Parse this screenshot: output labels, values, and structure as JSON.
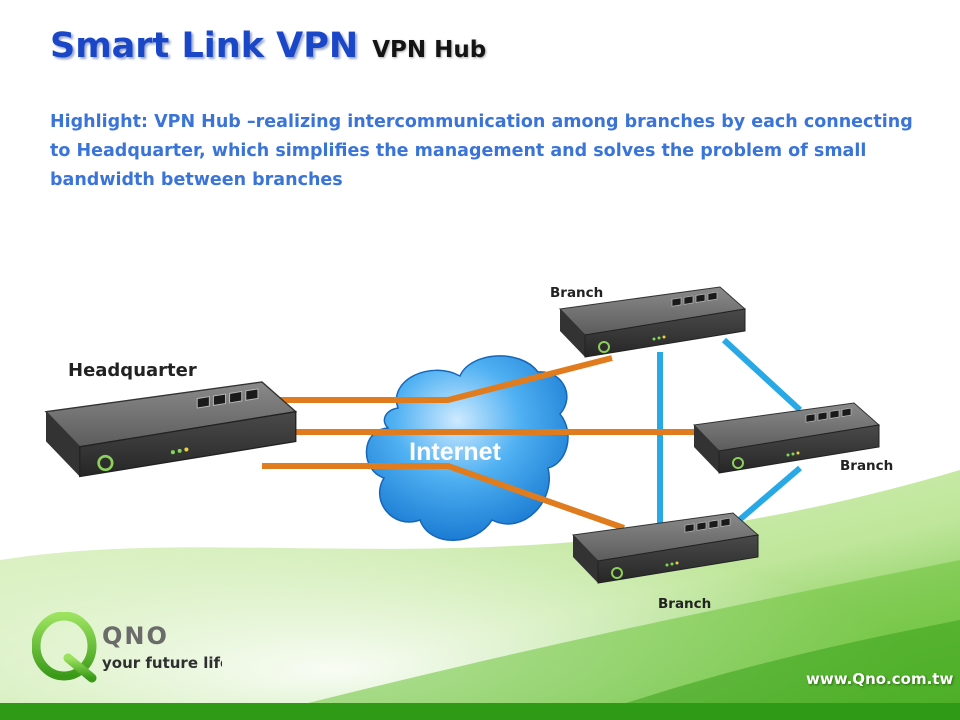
{
  "slide": {
    "title": "Smart Link VPN",
    "subtitle": "VPN Hub",
    "highlight": "Highlight: VPN Hub –realizing intercommunication among branches by each connecting to Headquarter, which simplifies the management and solves the problem of small bandwidth between branches"
  },
  "diagram": {
    "headquarter_label": "Headquarter",
    "internet_label": "Internet",
    "branch_labels": [
      "Branch",
      "Branch",
      "Branch"
    ],
    "hq_link_color": "#e07b1e",
    "branch_link_color": "#28a9e6",
    "cloud_color": "#2a8fe0"
  },
  "footer": {
    "logo_text": "QNO",
    "logo_tagline": "your future life",
    "url": "www.Qno.com.tw",
    "brand_green": "#2e9a16"
  }
}
